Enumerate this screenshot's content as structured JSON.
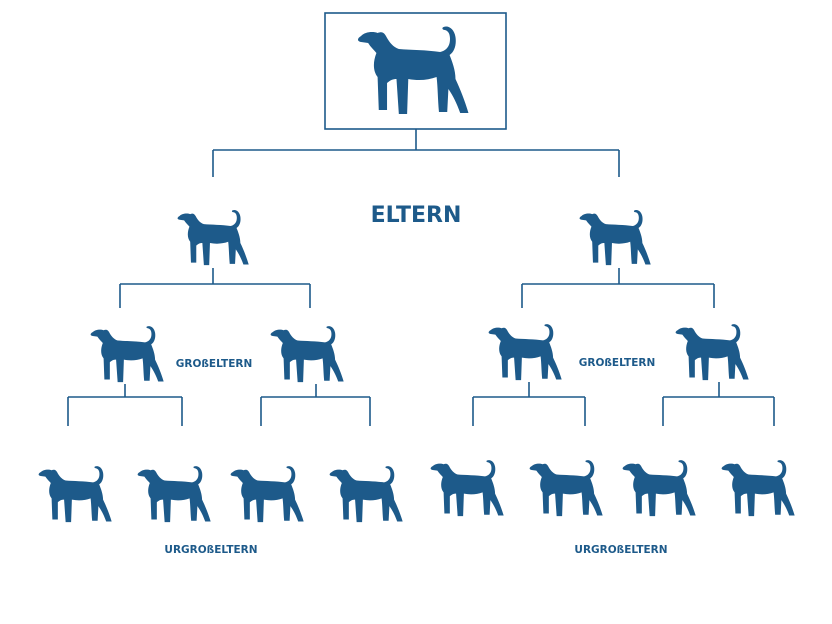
{
  "labels": {
    "parents": "ELTERN",
    "grandparents_left": "GROßELTERN",
    "grandparents_right": "GROßELTERN",
    "great_grandparents_left": "URGROßELTERN",
    "great_grandparents_right": "URGROßELTERN"
  },
  "tree": {
    "root": "dog",
    "generations": [
      {
        "level": "parents",
        "count": 2
      },
      {
        "level": "grandparents",
        "count": 4
      },
      {
        "level": "great_grandparents",
        "count": 8
      }
    ]
  },
  "colors": {
    "primary": "#1d5a8a",
    "background": "#ffffff"
  },
  "icons": {
    "node": "dog-icon"
  }
}
